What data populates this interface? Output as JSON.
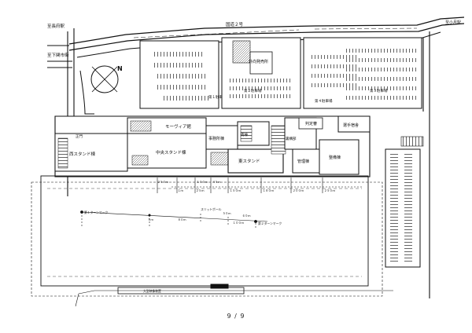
{
  "map": {
    "north_label": "N",
    "road_labels": {
      "station": "至長府駅",
      "national_route": "国道２号",
      "city_direction": "至下関市街",
      "kokura_direction": "至小月駅"
    },
    "buildings": {
      "outer_ticket_office": "外向発売所",
      "parking_1": "第１駐車場",
      "parking_2": "第２駐車場",
      "parking_3": "第３駐車場",
      "parking_4": "第４駐車場",
      "moovia": "モーヴィア館",
      "office": "事務所棟",
      "central_stand": "中央スタンド棟",
      "west_stand": "西スタンド棟",
      "east_stand": "東スタンド",
      "main_gate": "正門",
      "judge": "判定審",
      "management": "管理棟",
      "rear_area": "裏構部",
      "maintenance": "整備棟",
      "player_lodging": "選手宿舎",
      "south_building": "南棟"
    },
    "course_labels": {
      "big_screen": "大型映像装置",
      "markers": [
        "１ｍ",
        "２５ｍ",
        "１５０ｍ",
        "１８０ｍ",
        "２００ｍ",
        "２５０ｍ",
        "２５０ｍ",
        "１００ｍ",
        "４５ｍ"
      ],
      "turn_mark_1": "第１ターンマーク",
      "turn_mark_2": "第２ターンマーク",
      "slit_pole": "スリットポール",
      "distance_50": "５０ｍ",
      "distance_60": "６０ｍ",
      "distance_80": "８０ｍ",
      "distance_100": "１００ｍ",
      "distance_5": "５ｍ"
    },
    "page_number": "9 / 9"
  }
}
